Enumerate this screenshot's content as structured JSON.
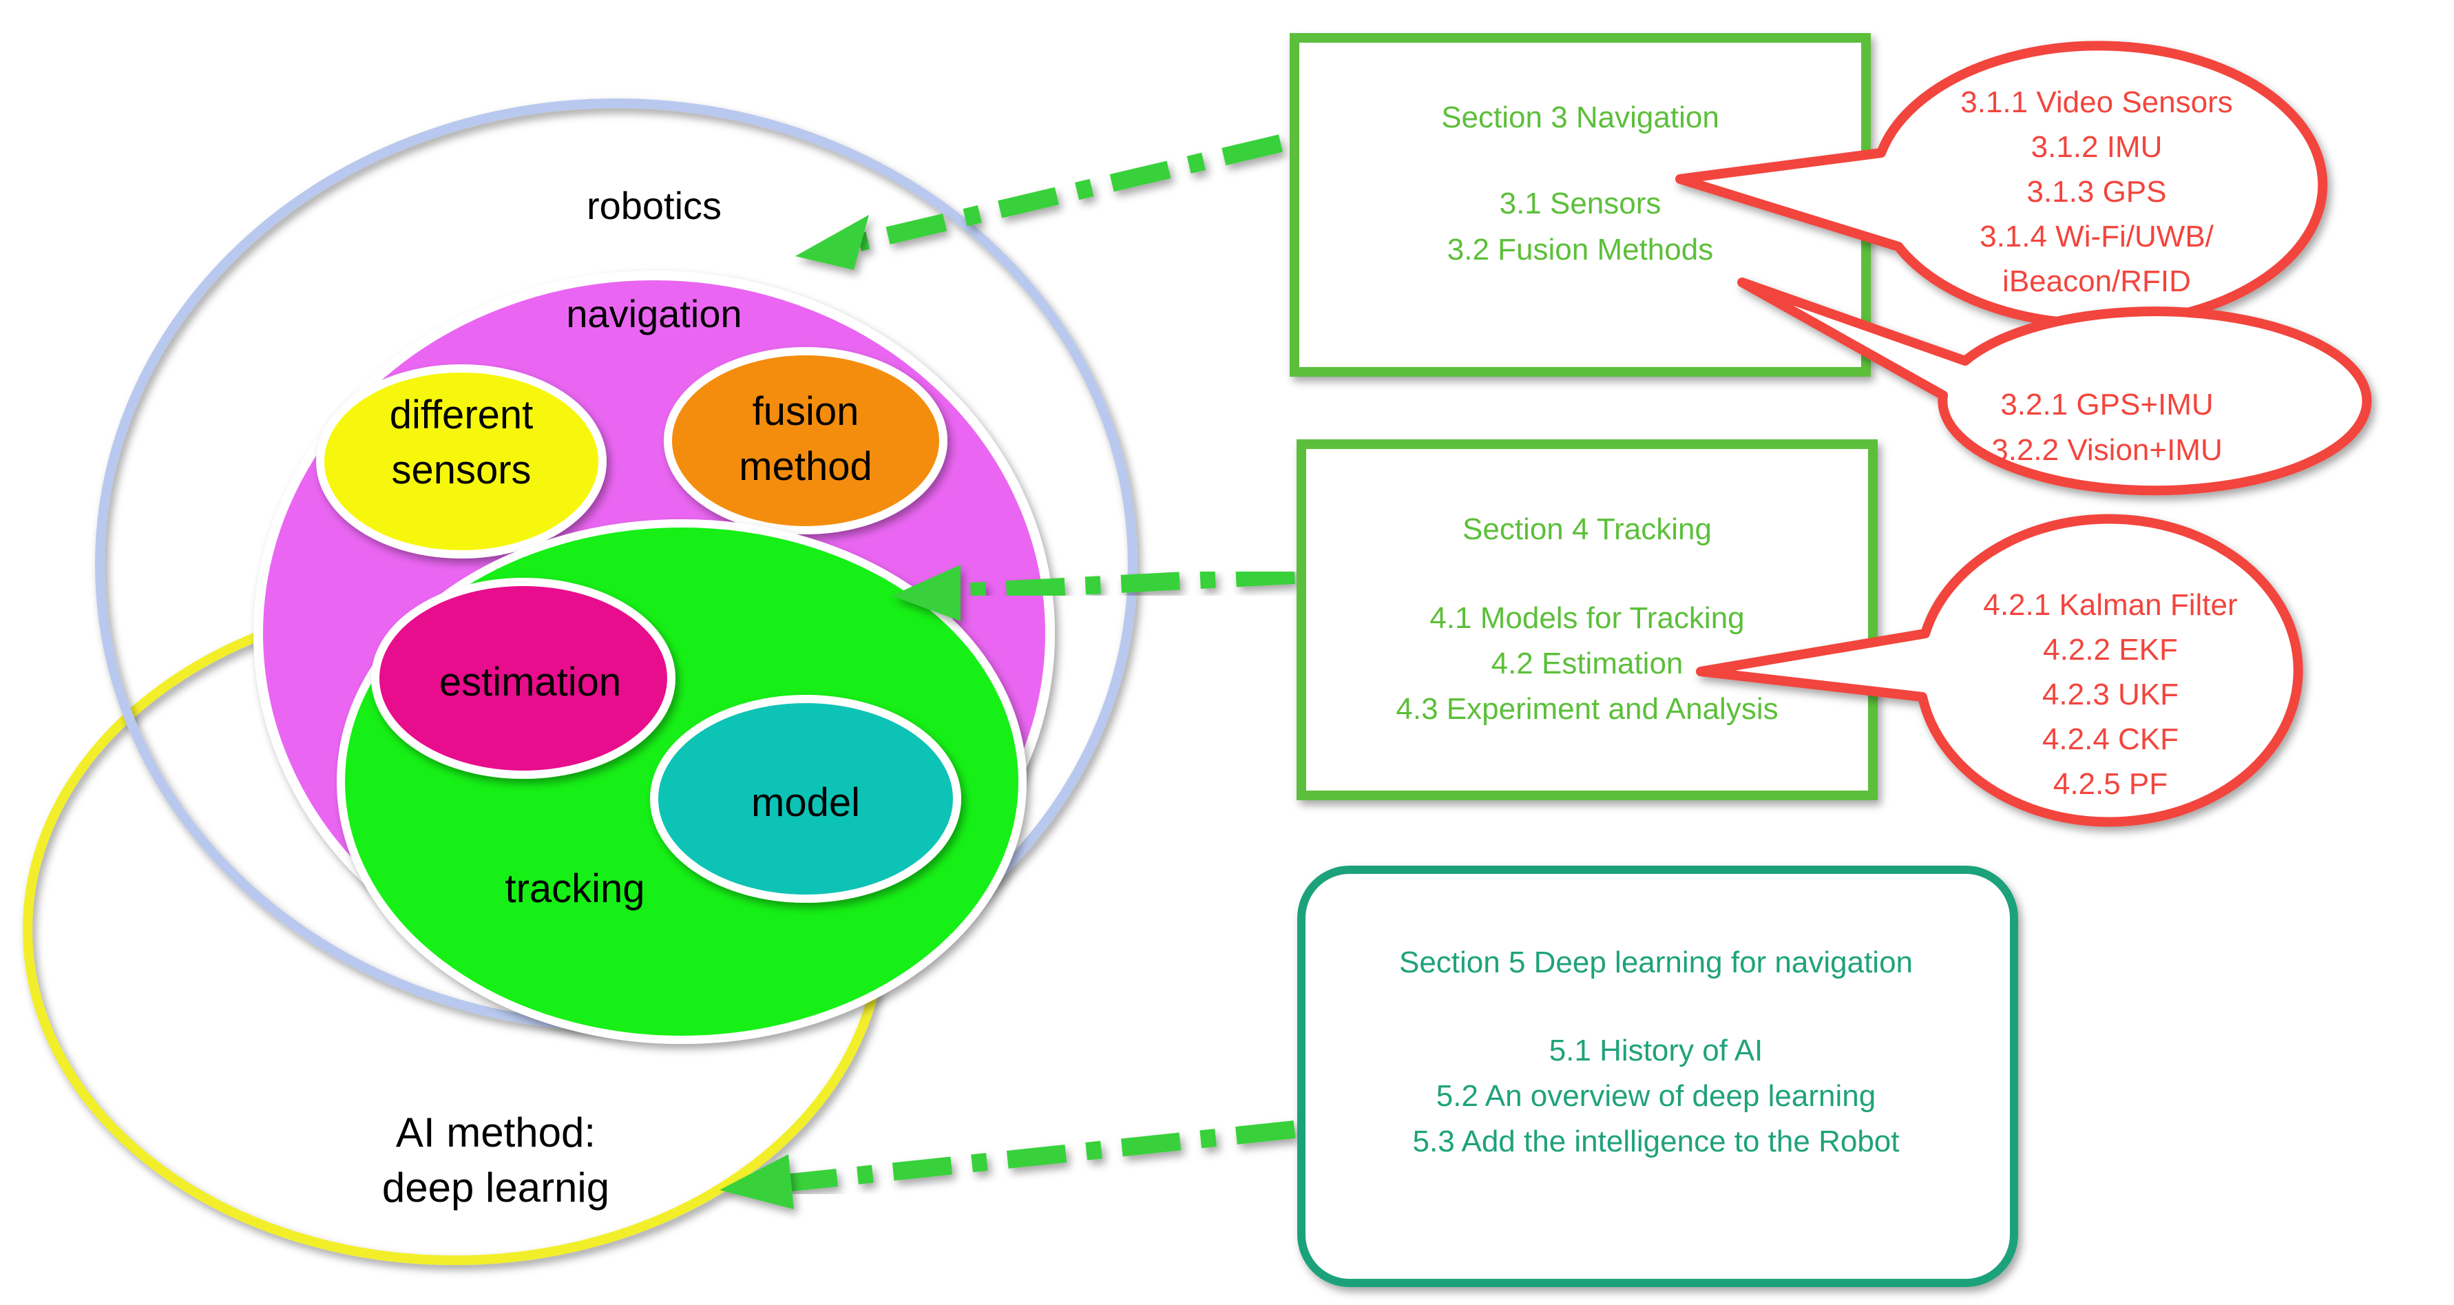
{
  "venn": {
    "robotics": "robotics",
    "navigation": "navigation",
    "different_sensors": [
      "different",
      "sensors"
    ],
    "fusion_method": [
      "fusion",
      "method"
    ],
    "estimation": "estimation",
    "model": "model",
    "tracking": "tracking",
    "ai_method": [
      "AI method:",
      "deep learnig"
    ]
  },
  "sections": {
    "s3": {
      "title": "Section 3 Navigation",
      "items": [
        "3.1 Sensors",
        "3.2 Fusion Methods"
      ]
    },
    "s4": {
      "title": "Section 4 Tracking",
      "items": [
        "4.1 Models for Tracking",
        "4.2 Estimation",
        "4.3 Experiment and Analysis"
      ]
    },
    "s5": {
      "title": "Section 5 Deep learning for navigation",
      "items": [
        "5.1 History of AI",
        "5.2 An overview of deep learning",
        "5.3 Add the intelligence to the Robot"
      ]
    }
  },
  "callouts": {
    "sensors": [
      "3.1.1 Video Sensors",
      "3.1.2 IMU",
      "3.1.3 GPS",
      "3.1.4 Wi-Fi/UWB/",
      "iBeacon/RFID"
    ],
    "fusion": [
      "3.2.1 GPS+IMU",
      "3.2.2 Vision+IMU"
    ],
    "estimation": [
      "4.2.1 Kalman Filter",
      "4.2.2 EKF",
      "4.2.3 UKF",
      "4.2.4 CKF",
      "4.2.5 PF"
    ]
  },
  "colors": {
    "robotics_ring": "#b9c8ee",
    "ai_ring": "#f2ef2a",
    "navigation": "#ea66f2",
    "different_sensors": "#f7f70c",
    "fusion_method": "#f48d0c",
    "tracking": "#12f012",
    "estimation": "#e8118c",
    "model": "#10c3b5",
    "section_green": "#5cbf3a",
    "section_teal": "#1fa27a",
    "callout_red": "#f2453d",
    "arrow_green": "#38d13a"
  }
}
